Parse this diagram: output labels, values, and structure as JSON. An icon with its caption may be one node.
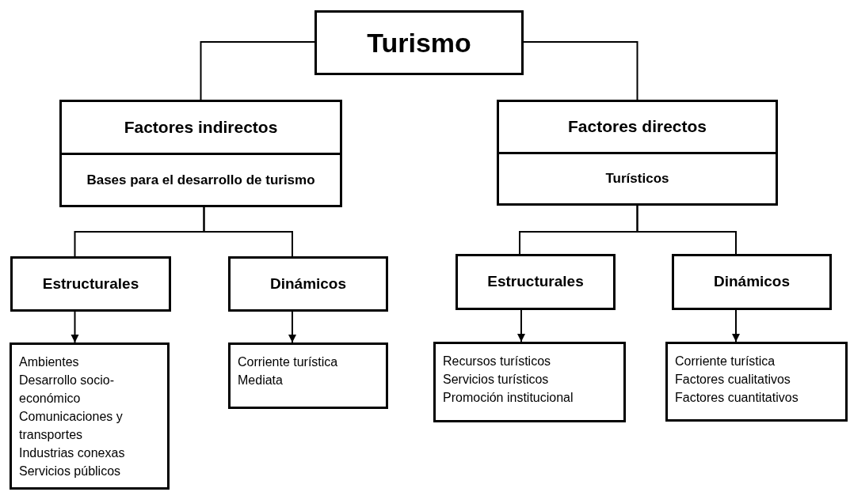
{
  "diagram": {
    "nodes": [
      {
        "text": [
          "Turismo"
        ]
      },
      {
        "text": [
          "Factores indirectos",
          "Bases para el desarrollo de turismo"
        ]
      },
      {
        "text": [
          "Factores directos",
          "Turísticos"
        ]
      },
      {
        "text": [
          "Estructurales"
        ]
      },
      {
        "text": [
          "Dinámicos"
        ]
      },
      {
        "text": [
          "Ambientes",
          "Desarrollo socio-económico",
          "Comunicaciones y transportes",
          "Industrias conexas",
          "Servicios públicos"
        ]
      },
      {
        "text": [
          "Corriente turística",
          "Mediata"
        ]
      },
      {
        "text": [
          "Estructurales"
        ]
      },
      {
        "text": [
          "Dinámicos"
        ]
      },
      {
        "text": [
          "Recursos turísticos",
          "Servicios turísticos",
          "Promoción institucional"
        ]
      },
      {
        "text": [
          "Corriente turística",
          "Factores cualitativos",
          "Factores cuantitativos"
        ]
      }
    ],
    "edges": [
      {
        "from": 0,
        "to": 1,
        "arrow": "none"
      },
      {
        "from": 0,
        "to": 2,
        "arrow": "none"
      },
      {
        "from": 1,
        "to": 3,
        "arrow": "none"
      },
      {
        "from": 1,
        "to": 4,
        "arrow": "none"
      },
      {
        "from": 2,
        "to": 7,
        "arrow": "none"
      },
      {
        "from": 2,
        "to": 8,
        "arrow": "none"
      },
      {
        "from": 3,
        "to": 5,
        "arrow": "to"
      },
      {
        "from": 4,
        "to": 6,
        "arrow": "to"
      },
      {
        "from": 7,
        "to": 9,
        "arrow": "to"
      },
      {
        "from": 8,
        "to": 10,
        "arrow": "to"
      }
    ]
  }
}
